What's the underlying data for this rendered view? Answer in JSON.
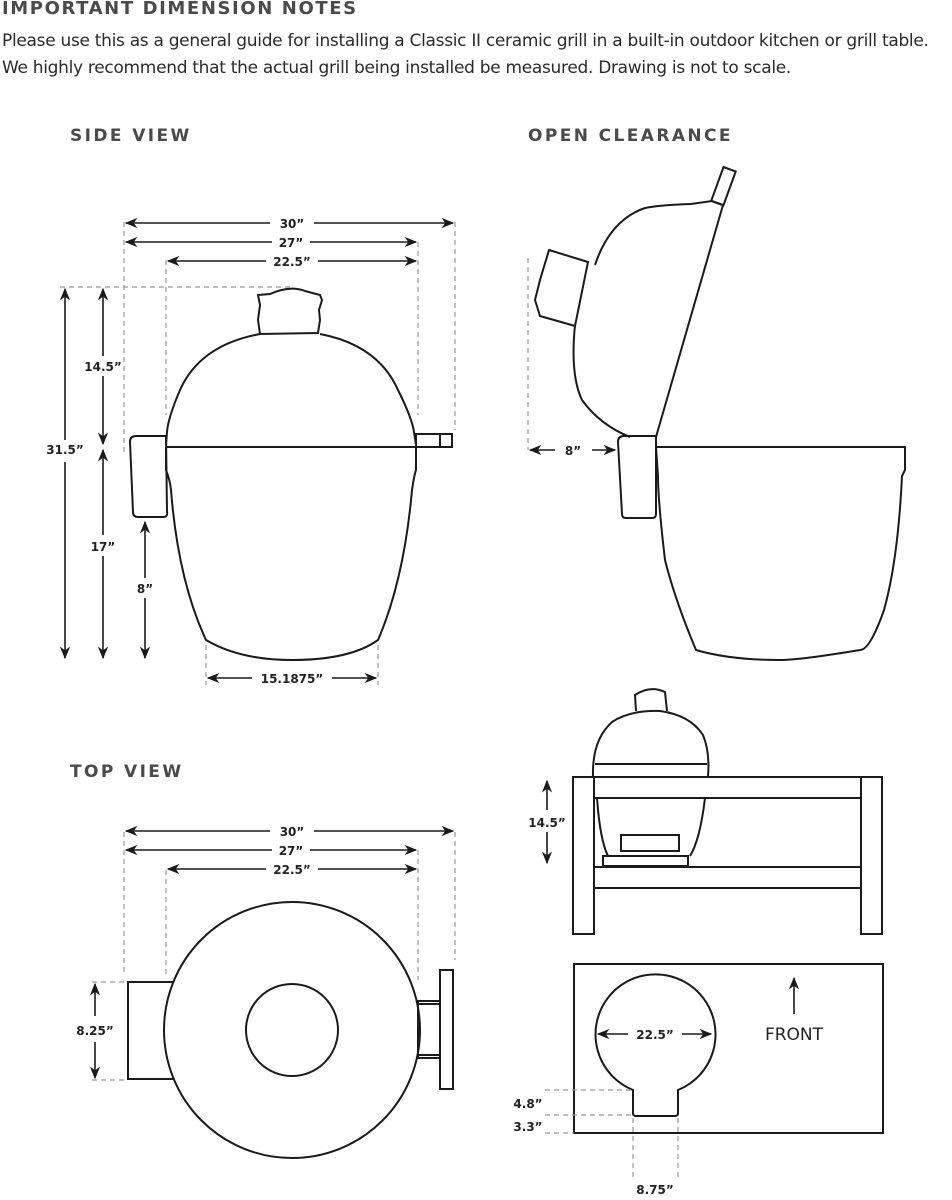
{
  "header": {
    "title": "IMPORTANT DIMENSION NOTES",
    "description": "Please use this as a general guide for installing a Classic II ceramic grill in a built-in outdoor kitchen or grill table. We highly recommend that the actual grill being installed be measured. Drawing is not to scale."
  },
  "side_view": {
    "title": "SIDE VIEW",
    "dims": {
      "overall_width": "30”",
      "body_with_hinge_width": "27”",
      "body_width": "22.5”",
      "total_height": "31.5”",
      "dome_height": "14.5”",
      "base_height": "17”",
      "shelf_height": "8”",
      "foot_width": "15.1875”"
    }
  },
  "open_clearance": {
    "title": "OPEN CLEARANCE",
    "dims": {
      "rear_clearance": "8”"
    }
  },
  "top_view": {
    "title": "TOP VIEW",
    "dims": {
      "overall_width": "30”",
      "body_with_hinge_width": "27”",
      "body_width": "22.5”",
      "hinge_depth": "8.25”"
    }
  },
  "table_view": {
    "dims": {
      "drop_height": "14.5”"
    }
  },
  "cutout_view": {
    "direction_label": "FRONT",
    "dims": {
      "cutout_diameter": "22.5”",
      "notch_depth": "4.8”",
      "edge_offset": "3.3”",
      "notch_width": "8.75”"
    }
  }
}
